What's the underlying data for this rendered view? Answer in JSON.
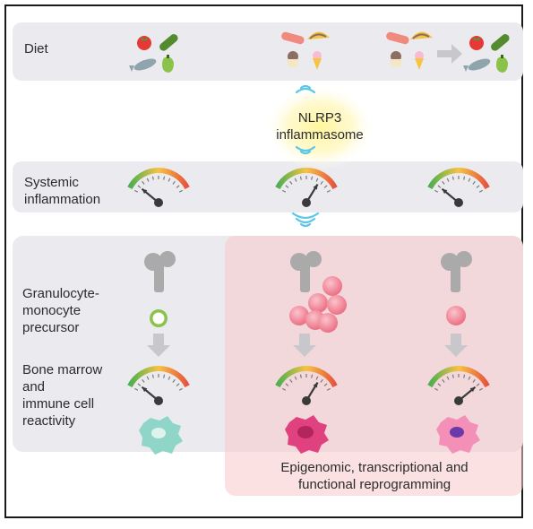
{
  "rows": {
    "diet": "Diet",
    "systemic": "Systemic\ninflammation",
    "precursor": "Granulocyte-\nmonocyte\nprecursor",
    "reactivity": "Bone marrow\nand\nimmune cell\nreactivity"
  },
  "nlrp3": {
    "line1": "NLRP3",
    "line2": "inflammasome"
  },
  "reprogramming": {
    "line1": "Epigenomic, transcriptional and",
    "line2": "functional reprogramming"
  },
  "gauges": {
    "systemic": [
      0.1,
      0.75,
      0.1
    ],
    "reactivity": [
      0.1,
      0.75,
      0.9
    ]
  },
  "icons": [
    "tomato-icon",
    "cucumber-icon",
    "fish-icon",
    "pepper-icon",
    "sausage-icon",
    "taco-icon",
    "cupcake-icon",
    "ice-cream-icon",
    "arrow-right-icon",
    "wifi-signal-icon",
    "bone-icon",
    "cell-icon",
    "down-arrow-icon",
    "gauge-icon",
    "macrophage-icon"
  ],
  "colors": {
    "panel": "#ebebef",
    "reprogram_bg": "#f9e1df",
    "nlrp3_glow": "#fff176",
    "signal": "#5bc7e6",
    "cell_pink": "#f07a8e",
    "macrophage_teal": "#8fd6c8",
    "macrophage_magenta": "#e0417f",
    "macrophage_pink": "#f48fb8",
    "gauge_needle": "#3a3a3a"
  }
}
